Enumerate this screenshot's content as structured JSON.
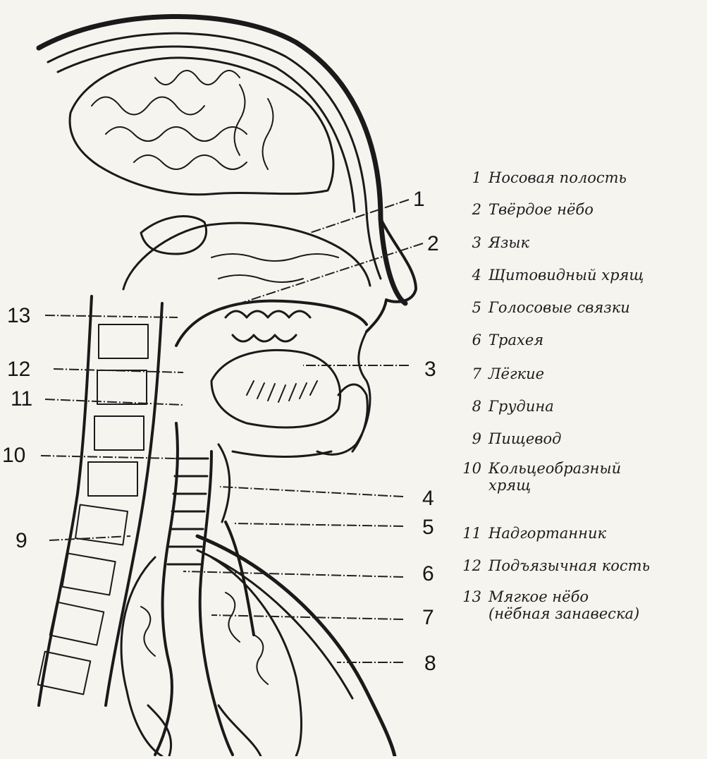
{
  "callout_numbers": [
    "1",
    "2",
    "3",
    "4",
    "5",
    "6",
    "7",
    "8",
    "9",
    "10",
    "11",
    "12",
    "13"
  ],
  "legend": [
    {
      "num": "1",
      "label": "Носовая полость"
    },
    {
      "num": "2",
      "label": "Твёрдое нёбо"
    },
    {
      "num": "3",
      "label": "Язык"
    },
    {
      "num": "4",
      "label": "Щитовидный хрящ"
    },
    {
      "num": "5",
      "label": "Голосовые связки"
    },
    {
      "num": "6",
      "label": "Трахея"
    },
    {
      "num": "7",
      "label": "Лёгкие"
    },
    {
      "num": "8",
      "label": "Грудина"
    },
    {
      "num": "9",
      "label": "Пищевод"
    },
    {
      "num": "10",
      "label": "Кольцеобразный\nхрящ"
    },
    {
      "num": "11",
      "label": "Надгортанник"
    },
    {
      "num": "12",
      "label": "Подъязычная кость"
    },
    {
      "num": "13",
      "label": "Мягкое нёбо\n(нёбная занавеска)"
    }
  ],
  "colors": {
    "ink": "#1a1a1a",
    "paper": "#f5f4ef"
  }
}
